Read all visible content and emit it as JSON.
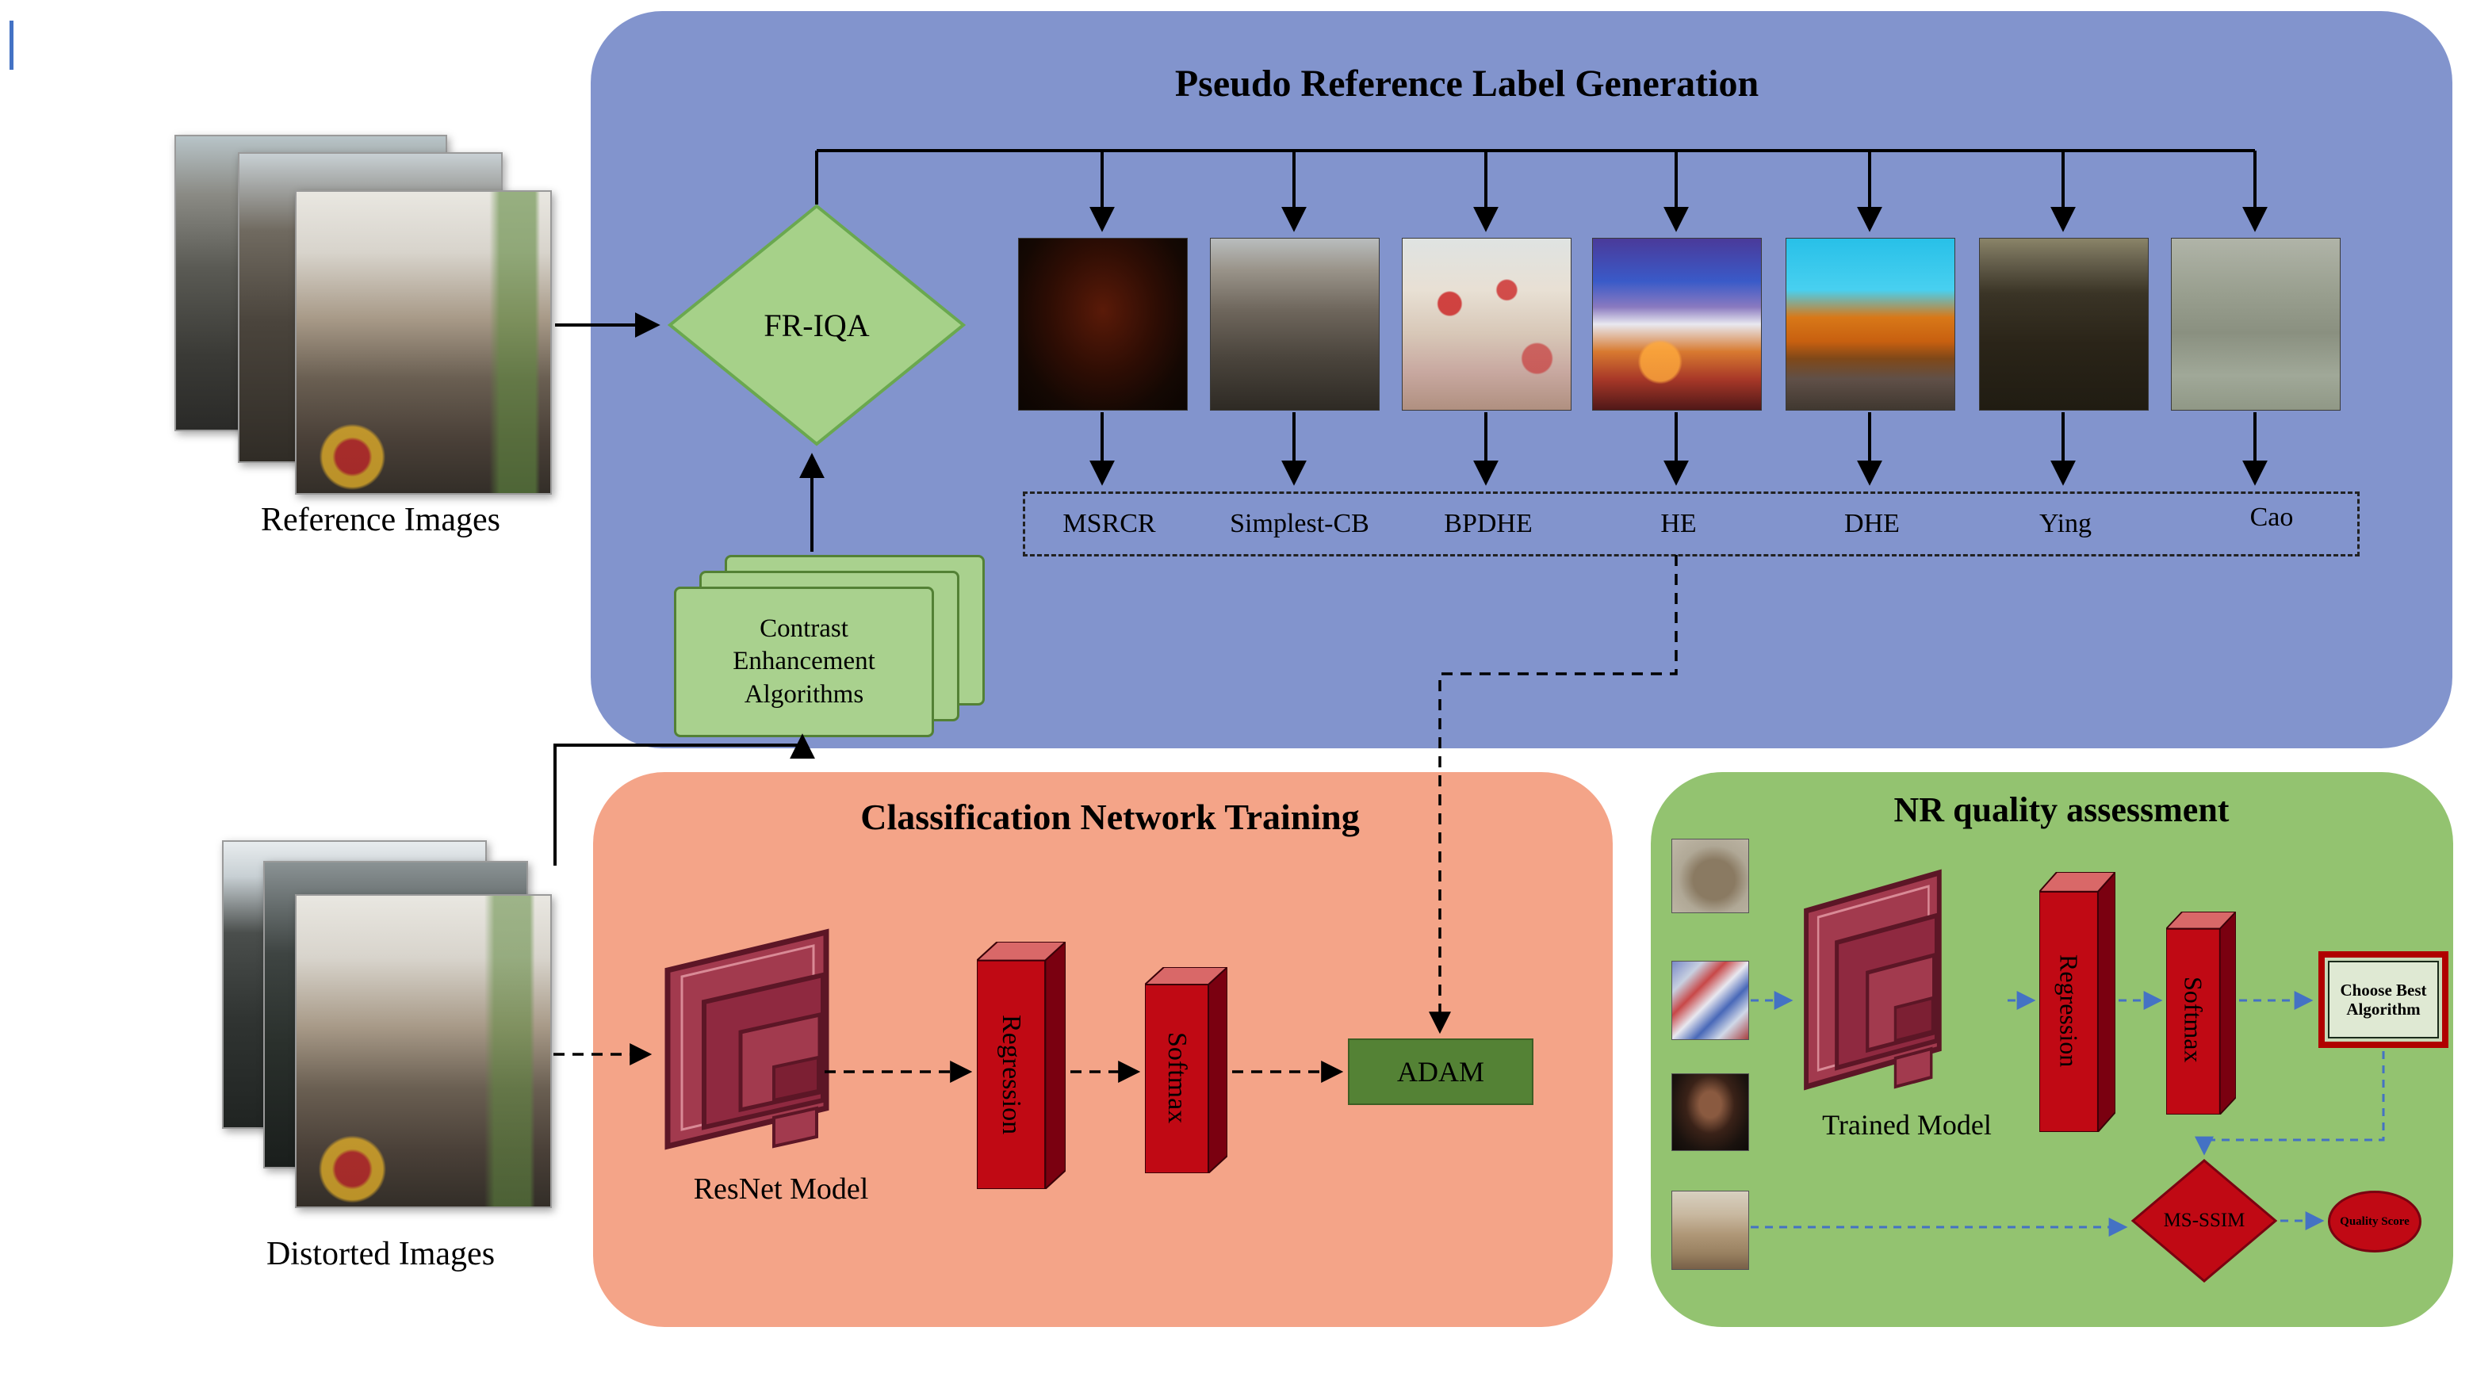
{
  "reference": {
    "label": "Reference Images"
  },
  "distorted": {
    "label": "Distorted Images"
  },
  "pseudo": {
    "title": "Pseudo Reference Label Generation",
    "friqa": "FR-IQA",
    "contrast": "Contrast Enhancement Algorithms",
    "algorithms": [
      "MSRCR",
      "Simplest-CB",
      "BPDHE",
      "HE",
      "DHE",
      "Ying",
      "Cao"
    ]
  },
  "training": {
    "title": "Classification Network Training",
    "resnet": "ResNet Model",
    "regression": "Regression",
    "softmax": "Softmax",
    "adam": "ADAM"
  },
  "nr": {
    "title": "NR quality assessment",
    "trained": "Trained Model",
    "regression": "Regression",
    "softmax": "Softmax",
    "choose_best": "Choose Best Algorithm",
    "msssim": "MS-SSIM",
    "quality": "Quality Score"
  },
  "colors": {
    "pseudo_bg": "#8294cd",
    "training_bg": "#f4a488",
    "nr_bg": "#93c370",
    "diamond_green": "#a6d189",
    "pages_green": "#a9d18e",
    "adam_green": "#548235",
    "model_red": "#a23a4e",
    "box_red": "#c00914",
    "arrow_blue": "#4472c4"
  }
}
